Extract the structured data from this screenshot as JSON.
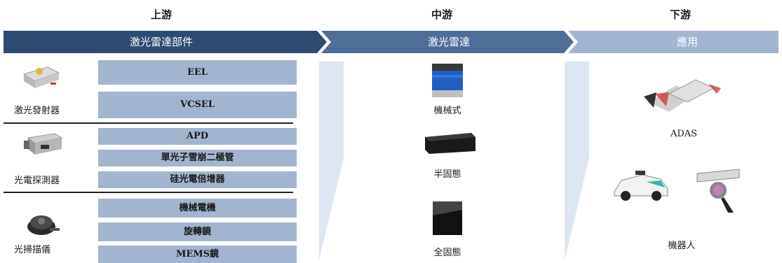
{
  "stages": {
    "upstream": {
      "title": "上游",
      "banner": "激光雷達部件"
    },
    "midstream": {
      "title": "中游",
      "banner": "激光雷達"
    },
    "downstream": {
      "title": "下游",
      "banner": "應用"
    }
  },
  "colors": {
    "banner_upstream": "#2e4a70",
    "banner_midstream": "#4f6d98",
    "banner_downstream": "#a3b4cf",
    "component_box": "#a3b4cf",
    "chevron_fill": "#dde6f2"
  },
  "upstream_groups": [
    {
      "category": "激光發射器",
      "items": [
        "EEL",
        "VCSEL"
      ]
    },
    {
      "category": "光電探測器",
      "items": [
        "APD",
        "單光子雪崩二極管",
        "硅光電倍增器"
      ]
    },
    {
      "category": "光掃描儀",
      "items": [
        "機械電機",
        "旋轉鏡",
        "MEMS鏡"
      ]
    }
  ],
  "midstream_products": [
    "機械式",
    "半固態",
    "全固態"
  ],
  "downstream_apps": [
    "ADAS",
    "機器人"
  ]
}
